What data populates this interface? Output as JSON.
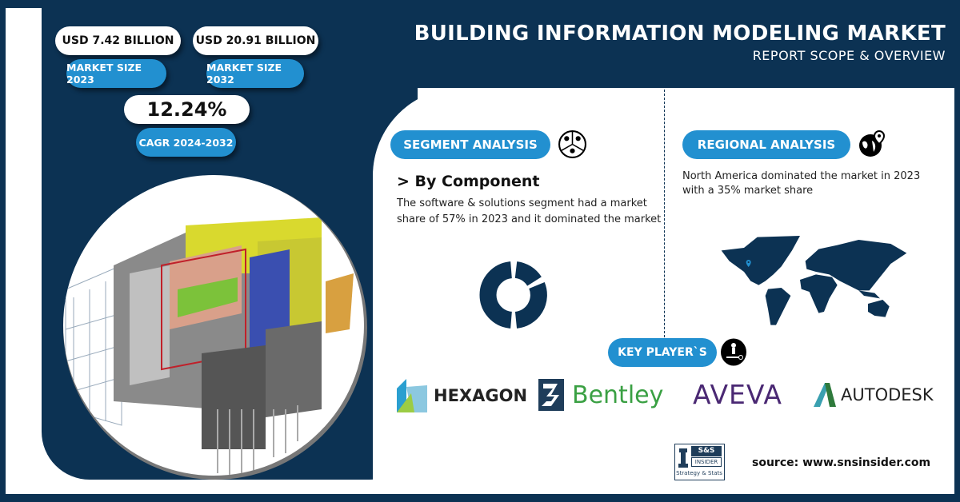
{
  "header": {
    "title": "BUILDING INFORMATION MODELING MARKET",
    "subtitle": "REPORT SCOPE & OVERVIEW"
  },
  "stats": {
    "size_2023": {
      "value": "USD 7.42 BILLION",
      "label": "MARKET SIZE 2023"
    },
    "size_2032": {
      "value": "USD 20.91 BILLION",
      "label": "MARKET SIZE 2032"
    },
    "cagr": {
      "value": "12.24%",
      "label": "CAGR 2024-2032"
    }
  },
  "segment": {
    "label": "SEGMENT ANALYSIS",
    "heading": "> By Component",
    "text_line1": "The software & solutions segment had a market",
    "text_line2": "share of 57% in 2023 and it dominated the market"
  },
  "regional": {
    "label": "REGIONAL ANALYSIS",
    "text_line1": "North America dominated the market in 2023",
    "text_line2": "with a 35% market share"
  },
  "key_players": {
    "label": "KEY PLAYER`S",
    "companies": [
      "HEXAGON",
      "Bentley",
      "AVEVA",
      "AUTODESK"
    ]
  },
  "footer": {
    "source": "source: www.snsinsider.com",
    "logo_line1": "S&S",
    "logo_line2": "INSIDER",
    "logo_line3": "Strategy & Stats"
  },
  "colors": {
    "navy": "#0c3253",
    "accent": "#2290d0"
  }
}
